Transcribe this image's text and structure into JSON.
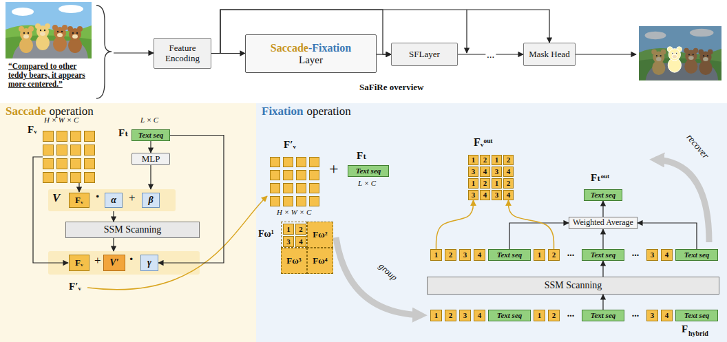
{
  "diagram": {
    "nodes": [
      {
        "text": [
          "Feature Encoding"
        ]
      },
      {
        "text": [
          "Saccade",
          "-Fixation",
          "Layer"
        ]
      },
      {
        "text": [
          "SFLayer"
        ]
      },
      {
        "text": [
          "Mask Head"
        ]
      },
      {
        "text": [
          "Saccade",
          "operation"
        ]
      },
      {
        "text": [
          "Text seq"
        ],
        "in": 4
      },
      {
        "text": [
          "MLP"
        ],
        "in": 4
      },
      {
        "text": [
          "V",
          "·",
          "+"
        ],
        "in": 4
      },
      {
        "text": [
          "Fᵥ"
        ],
        "in": 7
      },
      {
        "text": [
          "α"
        ],
        "in": 7
      },
      {
        "text": [
          "β"
        ],
        "in": 7
      },
      {
        "text": [
          "SSM Scanning"
        ],
        "in": 4
      },
      {
        "text": [
          "+",
          "·"
        ],
        "in": 4
      },
      {
        "text": [
          "Fᵥ"
        ],
        "in": 12
      },
      {
        "text": [
          "V′"
        ],
        "in": 12
      },
      {
        "text": [
          "γ"
        ],
        "in": 12
      },
      {
        "text": [
          "Fixation",
          "operation"
        ]
      },
      {
        "text": [
          "Text seq"
        ],
        "in": 16
      },
      {
        "text": [
          "Fω¹"
        ],
        "in": 16
      },
      {
        "text": [
          "1"
        ],
        "in": 18
      },
      {
        "text": [
          "2"
        ],
        "in": 18
      },
      {
        "text": [
          "3"
        ],
        "in": 18
      },
      {
        "text": [
          "4"
        ],
        "in": 18
      },
      {
        "text": [
          "Fω²"
        ],
        "in": 16
      },
      {
        "text": [
          "Fω³"
        ],
        "in": 16
      },
      {
        "text": [
          "Fω⁴"
        ],
        "in": 16
      },
      {
        "text": [
          "1"
        ],
        "in": 16
      },
      {
        "text": [
          "2"
        ],
        "in": 16
      },
      {
        "text": [
          "3"
        ],
        "in": 16
      },
      {
        "text": [
          "4"
        ],
        "in": 16
      },
      {
        "text": [
          "Text seq"
        ],
        "in": 16
      },
      {
        "text": [
          "1"
        ],
        "in": 16
      },
      {
        "text": [
          "2"
        ],
        "in": 16
      },
      {
        "text": [
          "Text seq"
        ],
        "in": 16
      },
      {
        "text": [
          "3"
        ],
        "in": 16
      },
      {
        "text": [
          "4"
        ],
        "in": 16
      },
      {
        "text": [
          "Text seq"
        ],
        "in": 16
      },
      {
        "text": [
          "Weighted Average"
        ],
        "in": 16
      },
      {
        "text": [
          "Text seq"
        ],
        "in": 16
      },
      {
        "text": [
          "Fᵥᵒᵘᵗ"
        ],
        "in": 16
      },
      {
        "text": [
          "1"
        ],
        "in": 39
      },
      {
        "text": [
          "2"
        ],
        "in": 39
      },
      {
        "text": [
          "1"
        ],
        "in": 39
      },
      {
        "text": [
          "2"
        ],
        "in": 39
      },
      {
        "text": [
          "3"
        ],
        "in": 39
      },
      {
        "text": [
          "4"
        ],
        "in": 39
      },
      {
        "text": [
          "3"
        ],
        "in": 39
      },
      {
        "text": [
          "4"
        ],
        "in": 39
      },
      {
        "text": [
          "1"
        ],
        "in": 39
      },
      {
        "text": [
          "2"
        ],
        "in": 39
      },
      {
        "text": [
          "1"
        ],
        "in": 39
      },
      {
        "text": [
          "2"
        ],
        "in": 39
      },
      {
        "text": [
          "3"
        ],
        "in": 39
      },
      {
        "text": [
          "4"
        ],
        "in": 39
      },
      {
        "text": [
          "3"
        ],
        "in": 39
      },
      {
        "text": [
          "4"
        ],
        "in": 39
      },
      {
        "text": [
          "SSM Scanning"
        ],
        "in": 16
      },
      {
        "text": [
          "1"
        ],
        "in": 16
      },
      {
        "text": [
          "2"
        ],
        "in": 16
      },
      {
        "text": [
          "3"
        ],
        "in": 16
      },
      {
        "text": [
          "4"
        ],
        "in": 16
      },
      {
        "text": [
          "Text seq"
        ],
        "in": 16
      },
      {
        "text": [
          "1"
        ],
        "in": 16
      },
      {
        "text": [
          "2"
        ],
        "in": 16
      },
      {
        "text": [
          "Text seq"
        ],
        "in": 16
      },
      {
        "text": [
          "3"
        ],
        "in": 16
      },
      {
        "text": [
          "4"
        ],
        "in": 16
      },
      {
        "text": [
          "Text seq"
        ],
        "in": 16
      }
    ],
    "edges": [
      {
        "from": 0,
        "to": 1,
        "arrow": "to"
      },
      {
        "from": 1,
        "to": 2,
        "arrow": "to"
      },
      {
        "from": 2,
        "to": 3,
        "label": "...",
        "arrow": "to"
      },
      {
        "from": 0,
        "to": 2,
        "arrow": "to"
      },
      {
        "from": 0,
        "to": 3,
        "arrow": "to"
      },
      {
        "from": 5,
        "to": 6,
        "arrow": "to"
      },
      {
        "from": 6,
        "to": 7,
        "arrow": "to"
      },
      {
        "from": 7,
        "to": 11,
        "arrow": "to"
      },
      {
        "from": 11,
        "to": 12,
        "arrow": "to"
      },
      {
        "from": 5,
        "to": 15,
        "arrow": "to"
      },
      {
        "from": 64,
        "to": 56,
        "arrow": "to"
      },
      {
        "from": 56,
        "to": 33,
        "arrow": "to"
      },
      {
        "from": 30,
        "to": 37,
        "arrow": "to"
      },
      {
        "from": 33,
        "to": 37,
        "arrow": "to"
      },
      {
        "from": 36,
        "to": 37,
        "arrow": "to"
      },
      {
        "from": 37,
        "to": 38,
        "arrow": "to"
      },
      {
        "from": 26,
        "to": 52,
        "arrow": "to"
      },
      {
        "from": 32,
        "to": 55,
        "arrow": "to"
      }
    ],
    "labels": [
      "“Compared to other teddy bears, it appears more centered.”",
      "SaFiRe overview",
      "H × W × C",
      "Fᵥ",
      "L × C",
      "Fₜ",
      "F′ᵥ",
      "F′ᵥ",
      "H × W × C",
      "+",
      "Fₜ",
      "L × C",
      "group",
      "...",
      "...",
      "Fₜᵒᵘᵗ",
      "recover",
      "...",
      "...",
      "F",
      "hybrid"
    ]
  }
}
